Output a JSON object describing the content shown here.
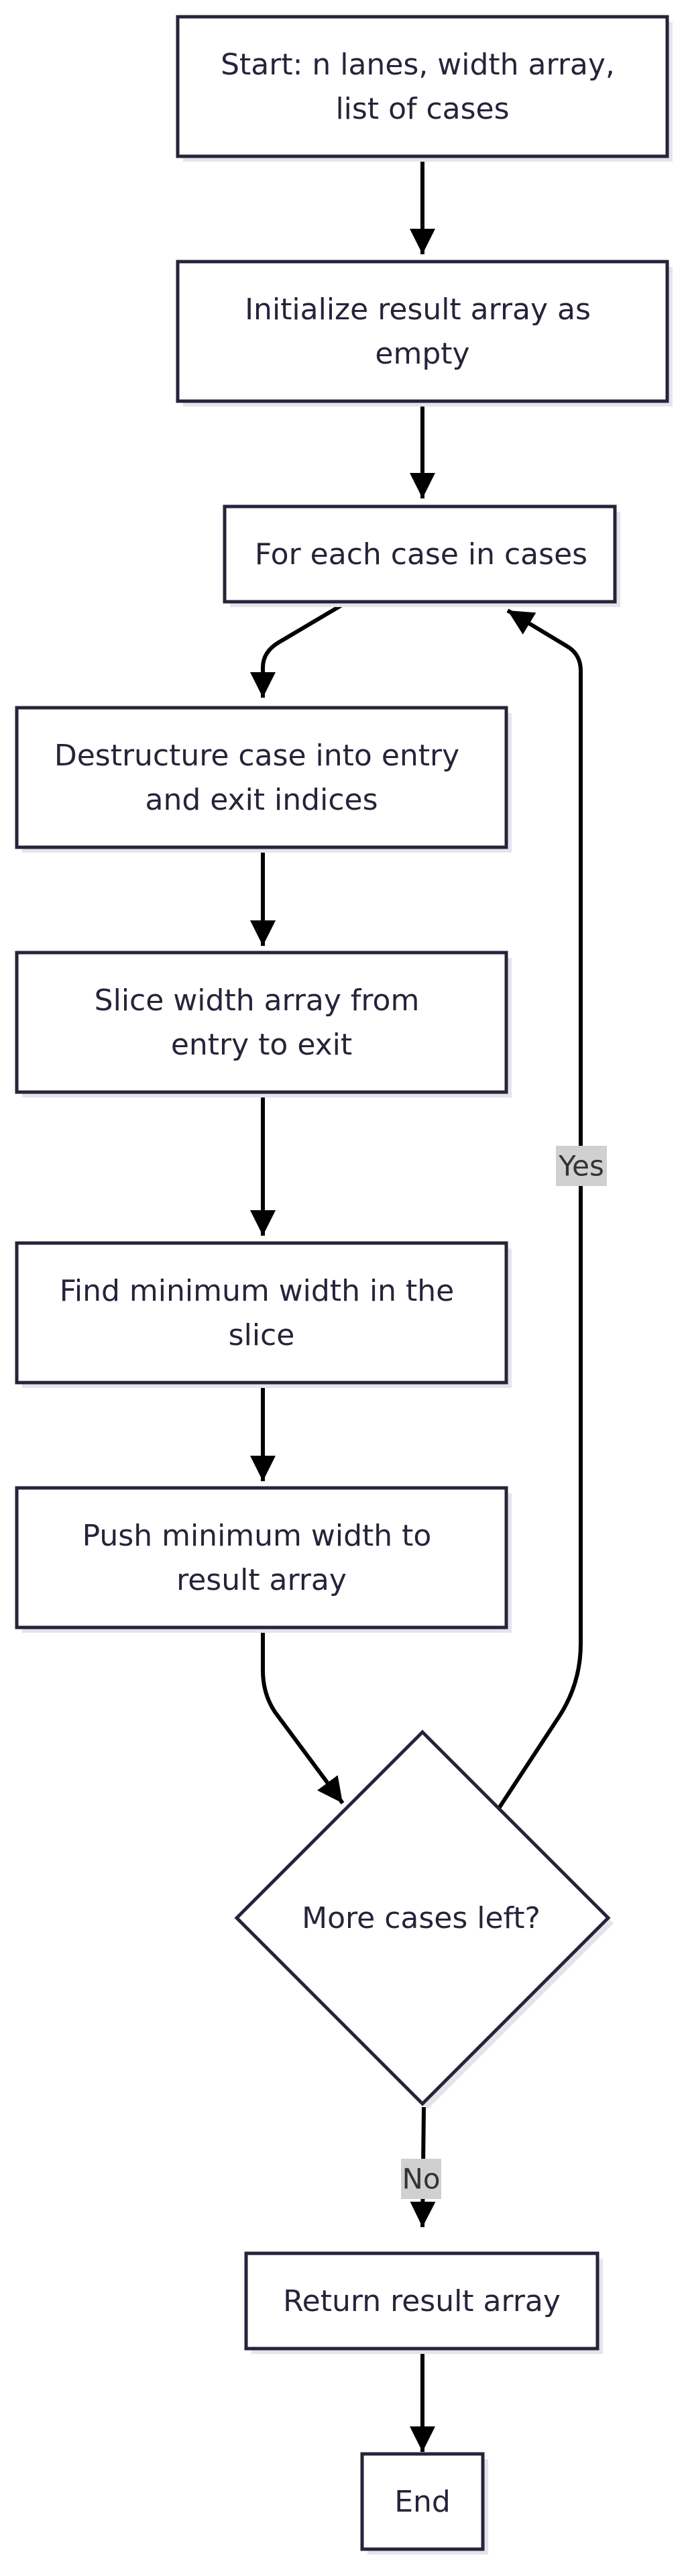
{
  "colors": {
    "node_stroke": "#26233a",
    "node_fill": "#ffffff",
    "node_shadow": "#e4e4ec",
    "edge": "#000000",
    "edge_label_bg": "#d0d0d0",
    "text": "#26233a"
  },
  "nodes": {
    "start": {
      "lines": [
        "Start: n lanes, width array,",
        "list of cases"
      ]
    },
    "init": {
      "lines": [
        "Initialize result array as",
        "empty"
      ]
    },
    "loop": {
      "lines": [
        "For each case in cases"
      ]
    },
    "destructure": {
      "lines": [
        "Destructure case into entry",
        "and exit indices"
      ]
    },
    "slice": {
      "lines": [
        "Slice width array from",
        "entry to exit"
      ]
    },
    "find_min": {
      "lines": [
        "Find minimum width in the",
        "slice"
      ]
    },
    "push": {
      "lines": [
        "Push minimum width to",
        "result array"
      ]
    },
    "decision": {
      "lines": [
        "More cases left?"
      ]
    },
    "return": {
      "lines": [
        "Return result array"
      ]
    },
    "end": {
      "lines": [
        "End"
      ]
    }
  },
  "edges": {
    "yes": {
      "label": "Yes"
    },
    "no": {
      "label": "No"
    }
  }
}
